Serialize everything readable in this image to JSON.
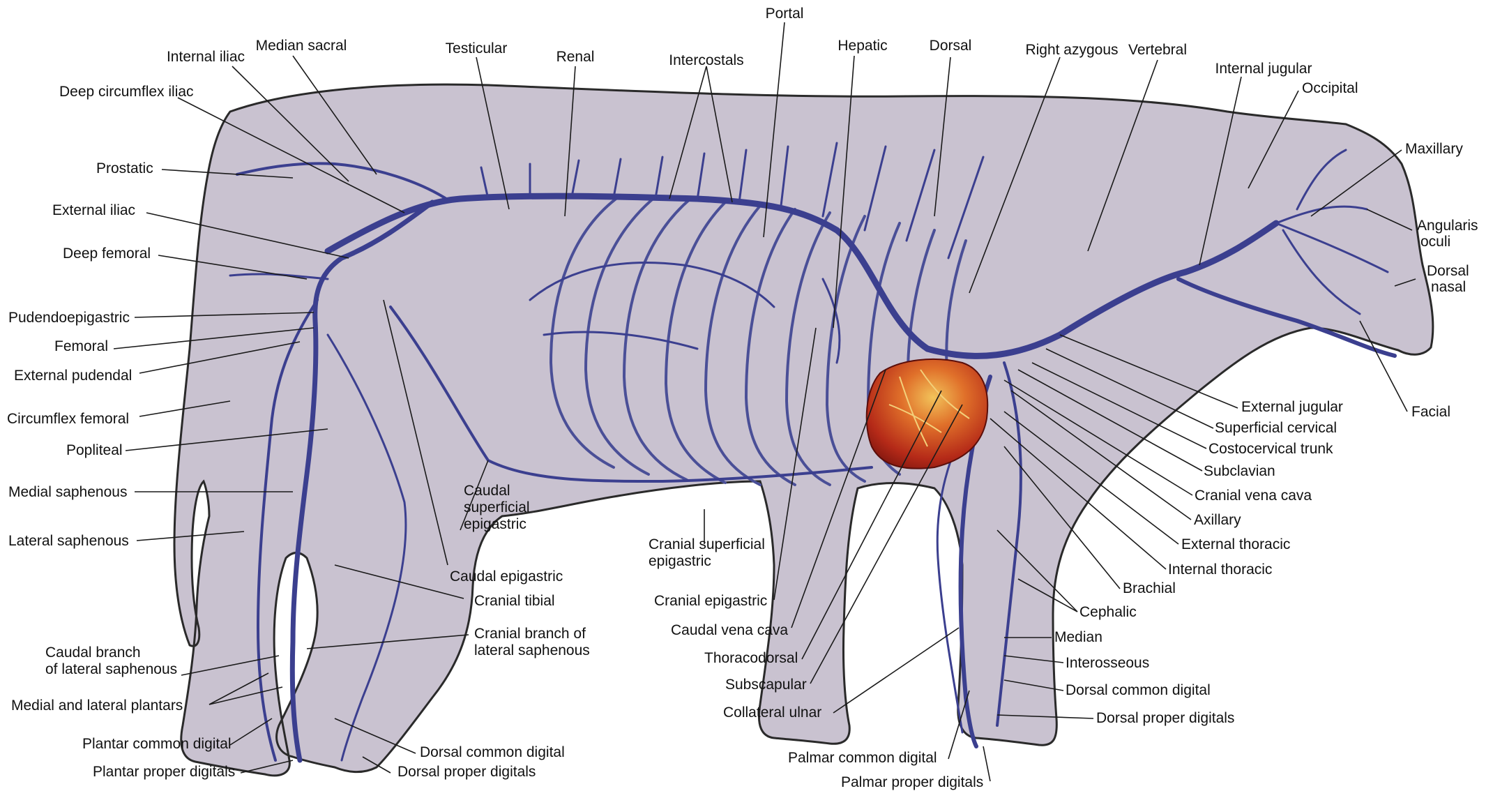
{
  "colors": {
    "body": "#c9c2d0",
    "outline": "#2a2a2a",
    "vein": "#3b3f8f",
    "heart_dark": "#8e1a12",
    "heart_light": "#e8a23a",
    "label": "#111111"
  },
  "labels": {
    "portal": "Portal",
    "hepatic": "Hepatic",
    "dorsal": "Dorsal",
    "right_azygous": "Right azygous",
    "vertebral": "Vertebral",
    "internal_jugular": "Internal jugular",
    "occipital": "Occipital",
    "maxillary": "Maxillary",
    "angularis_oculi_1": "Angularis",
    "angularis_oculi_2": "oculi",
    "dorsal_nasal_1": "Dorsal",
    "dorsal_nasal_2": "nasal",
    "facial": "Facial",
    "intercostals": "Intercostals",
    "renal": "Renal",
    "testicular": "Testicular",
    "median_sacral": "Median sacral",
    "internal_iliac": "Internal iliac",
    "deep_circumflex_iliac": "Deep circumflex iliac",
    "prostatic": "Prostatic",
    "external_iliac": "External iliac",
    "deep_femoral": "Deep femoral",
    "pudendoepigastric": "Pudendoepigastric",
    "femoral": "Femoral",
    "external_pudendal": "External pudendal",
    "circumflex_femoral": "Circumflex femoral",
    "popliteal": "Popliteal",
    "medial_saphenous": "Medial saphenous",
    "lateral_saphenous": "Lateral saphenous",
    "caudal_superficial_epigastric_1": "Caudal",
    "caudal_superficial_epigastric_2": "superficial",
    "caudal_superficial_epigastric_3": "epigastric",
    "caudal_epigastric": "Caudal epigastric",
    "cranial_tibial": "Cranial tibial",
    "cranial_branch_1": "Cranial branch of",
    "cranial_branch_2": "lateral saphenous",
    "caudal_branch_1": "Caudal branch",
    "caudal_branch_2": "of lateral saphenous",
    "medial_lateral_plantars": "Medial and lateral plantars",
    "plantar_common_digital": "Plantar common digital",
    "plantar_proper_digitals": "Plantar proper digitals",
    "dorsal_common_digital_hind": "Dorsal common digital",
    "dorsal_proper_digitals_hind": "Dorsal proper digitals",
    "cranial_superficial_epigastric_1": "Cranial superficial",
    "cranial_superficial_epigastric_2": "epigastric",
    "cranial_epigastric": "Cranial epigastric",
    "caudal_vena_cava": "Caudal vena cava",
    "thoracodorsal": "Thoracodorsal",
    "subscapular": "Subscapular",
    "collateral_ulnar": "Collateral ulnar",
    "palmar_common_digital": "Palmar common digital",
    "palmar_proper_digitals": "Palmar proper digitals",
    "external_jugular": "External jugular",
    "superficial_cervical": "Superficial cervical",
    "costocervical_trunk": "Costocervical trunk",
    "subclavian": "Subclavian",
    "cranial_vena_cava": "Cranial vena cava",
    "axillary": "Axillary",
    "external_thoracic": "External thoracic",
    "internal_thoracic": "Internal thoracic",
    "brachial": "Brachial",
    "cephalic": "Cephalic",
    "median": "Median",
    "interosseous": "Interosseous",
    "dorsal_common_digital_fore": "Dorsal common digital",
    "dorsal_proper_digitals_fore": "Dorsal proper digitals"
  }
}
